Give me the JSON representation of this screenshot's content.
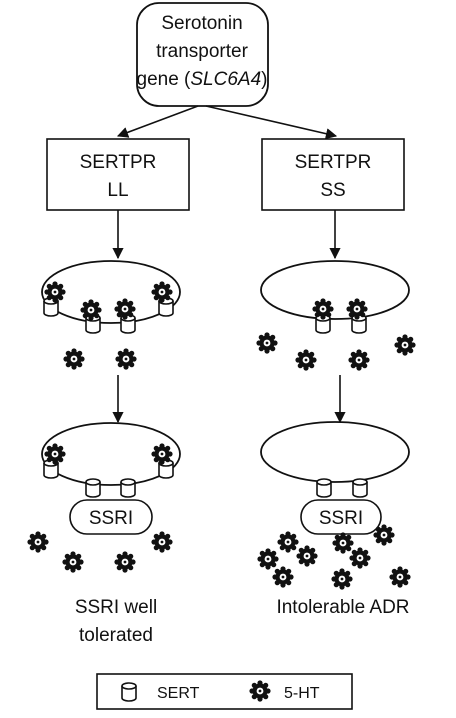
{
  "gene": {
    "line1": "Serotonin",
    "line2": "transporter",
    "line3_prefix": "gene (",
    "line3_italic": "SLC6A4",
    "line3_suffix": ")"
  },
  "genotype_left": {
    "line1": "SERTPR",
    "line2": "LL"
  },
  "genotype_right": {
    "line1": "SERTPR",
    "line2": "SS"
  },
  "drug_left": "SSRI",
  "drug_right": "SSRI",
  "outcome_left": {
    "line1": "SSRI well",
    "line2": "tolerated"
  },
  "outcome_right": "Intolerable ADR",
  "legend": {
    "sert": "SERT",
    "ht": "5-HT"
  },
  "colors": {
    "stroke": "#111111",
    "fill": "#ffffff"
  },
  "icons": {
    "sert": "transporter-cylinder-icon",
    "ht": "serotonin-molecule-icon"
  }
}
